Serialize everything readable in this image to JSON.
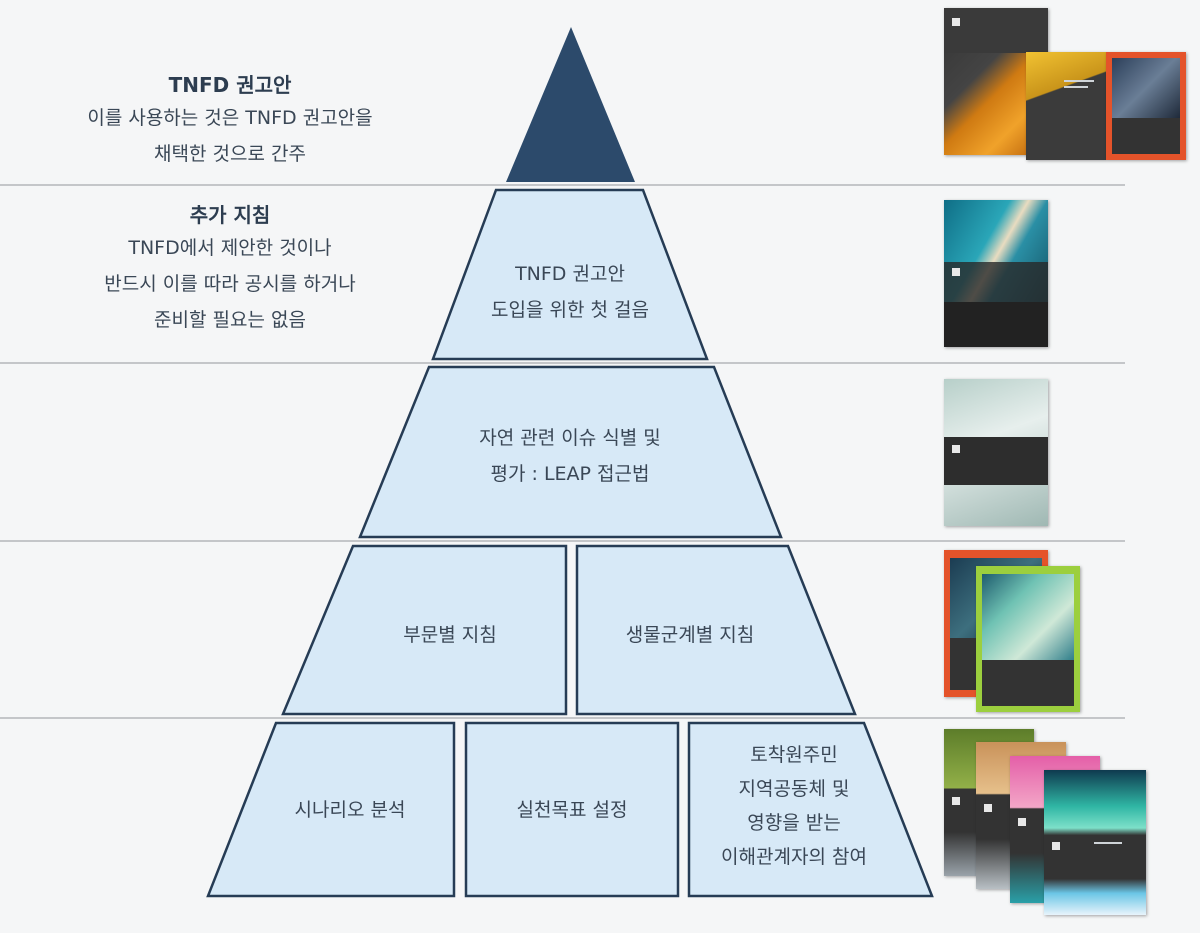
{
  "top_tier": {
    "title": "TNFD 권고안",
    "lines": [
      "이를 사용하는 것은 TNFD 권고안을",
      "채택한 것으로 간주"
    ]
  },
  "additional_guidance": {
    "title": "추가 지침",
    "lines": [
      "TNFD에서 제안한 것이나",
      "반드시 이를 따라 공시를 하거나",
      "준비할 필요는 없음"
    ]
  },
  "tier2": {
    "lines": [
      "TNFD 권고안",
      "도입을 위한 첫 걸음"
    ]
  },
  "tier3": {
    "lines": [
      "자연 관련 이슈 식별 및",
      "평가 : LEAP 접근법"
    ]
  },
  "tier4": {
    "left": {
      "lines": [
        "부문별 지침"
      ]
    },
    "right": {
      "lines": [
        "생물군계별 지침"
      ]
    }
  },
  "tier5": {
    "left": {
      "lines": [
        "시나리오 분석"
      ]
    },
    "middle": {
      "lines": [
        "실천목표 설정"
      ]
    },
    "right": {
      "lines": [
        "토착원주민",
        "지역공동체 및",
        "영향을 받는",
        "이해관계자의 참여"
      ]
    }
  },
  "colors": {
    "apex": "#2c4a6b",
    "tier_fill": "#d7e9f7",
    "tier_stroke": "#263c55",
    "divider": "#c4c6c9",
    "background": "#f5f6f7"
  }
}
